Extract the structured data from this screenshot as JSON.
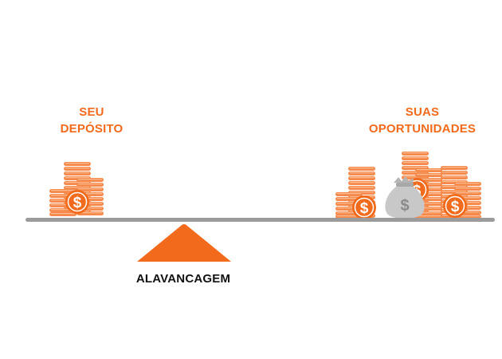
{
  "labels": {
    "left_line1": "SEU",
    "left_line2": "DEPÓSITO",
    "right_line1": "SUAS",
    "right_line2": "OPORTUNIDADES",
    "pivot": "ALAVANCAGEM"
  },
  "glyphs": {
    "dollar": "$"
  },
  "colors": {
    "accent": "#f26a1b",
    "coin_light": "#f7a26f",
    "coin_mid": "#f58a4c",
    "beam": "#9b9b9b",
    "bag": "#c8c8c8",
    "text": "#111111"
  },
  "icons": [
    "coin-stack-icon",
    "dollar-coin-icon",
    "money-bag-icon",
    "fulcrum-triangle"
  ]
}
